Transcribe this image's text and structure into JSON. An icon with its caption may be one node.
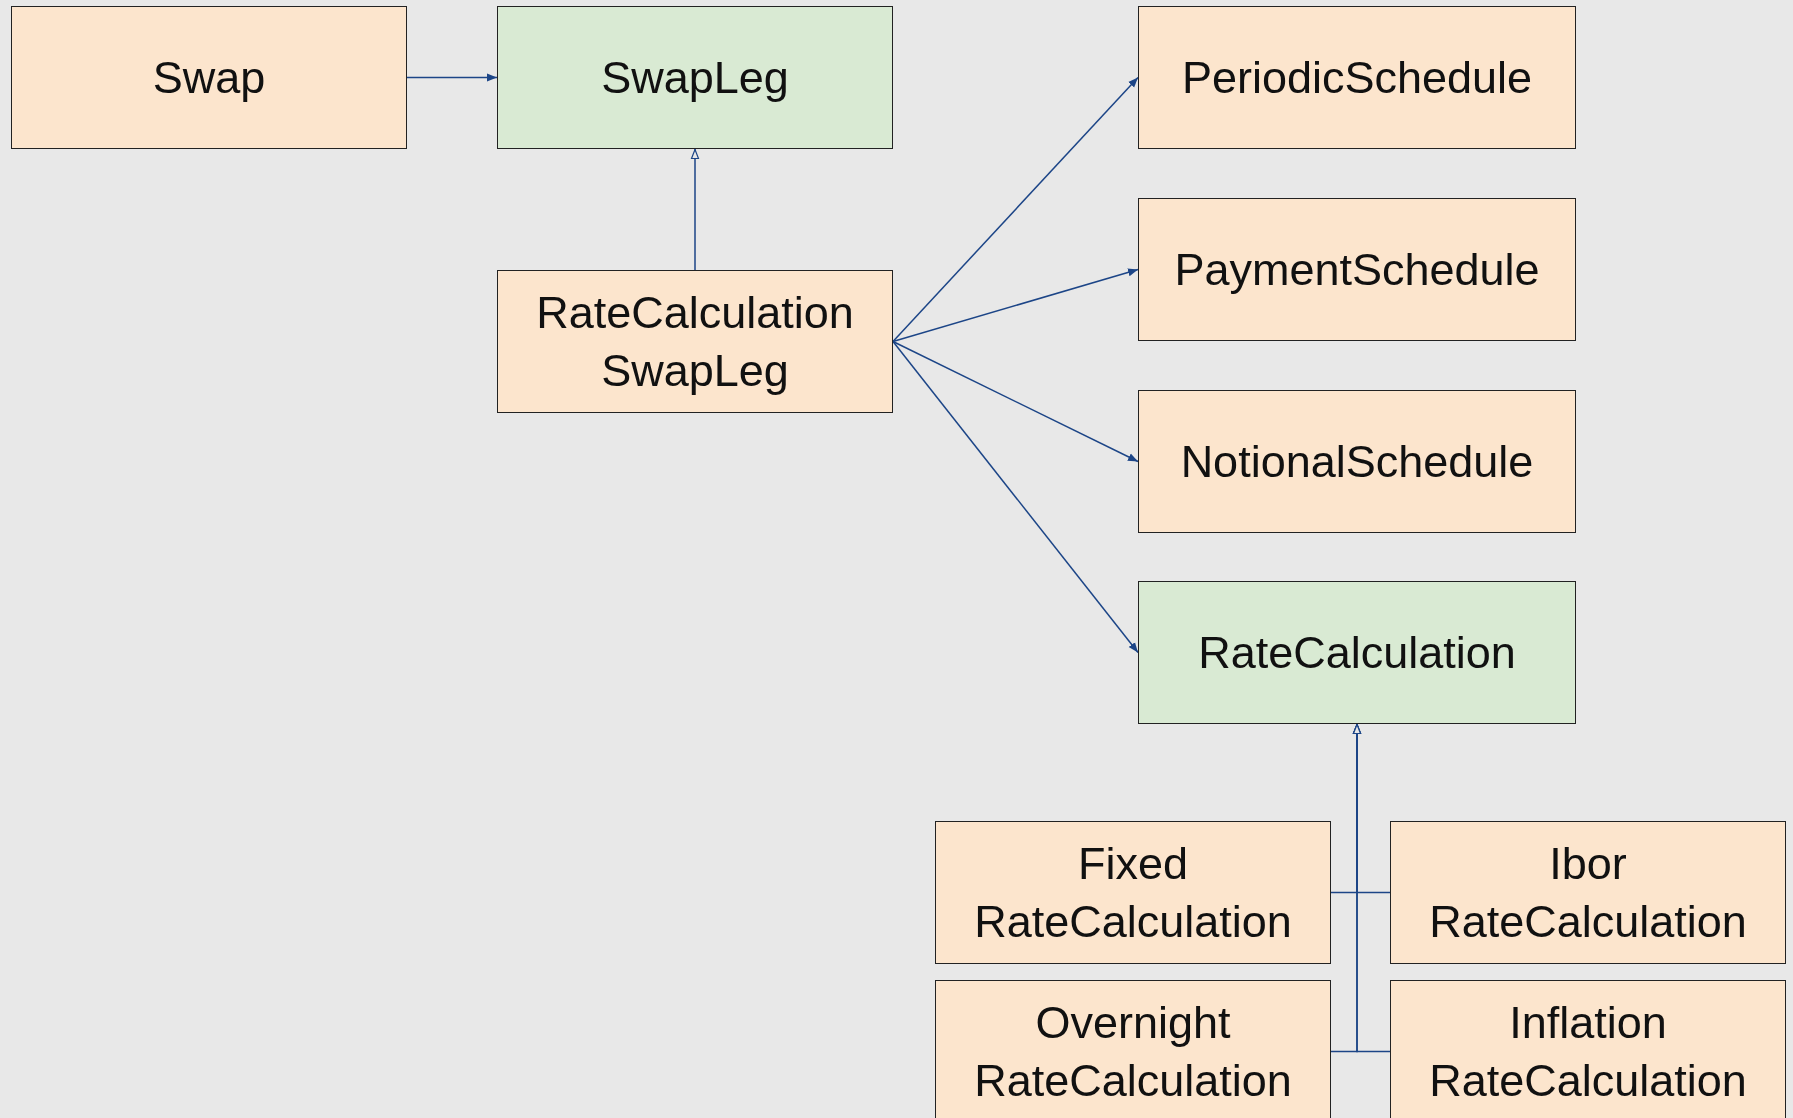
{
  "diagram": {
    "nodes": [
      {
        "text": [
          "Swap"
        ]
      },
      {
        "text": [
          "SwapLeg"
        ]
      },
      {
        "text": [
          "RateCalculation SwapLeg"
        ]
      },
      {
        "text": [
          "PeriodicSchedule"
        ]
      },
      {
        "text": [
          "PaymentSchedule"
        ]
      },
      {
        "text": [
          "NotionalSchedule"
        ]
      },
      {
        "text": [
          "RateCalculation"
        ]
      },
      {
        "text": [
          "Fixed RateCalculation"
        ]
      },
      {
        "text": [
          "Ibor RateCalculation"
        ]
      },
      {
        "text": [
          "Overnight RateCalculation"
        ]
      },
      {
        "text": [
          "Inflation RateCalculation"
        ]
      }
    ],
    "edges": [
      {
        "from": 0,
        "to": 1,
        "arrow": "to"
      },
      {
        "from": 2,
        "to": 1,
        "arrow": "to"
      },
      {
        "from": 2,
        "to": 3,
        "arrow": "to"
      },
      {
        "from": 2,
        "to": 4,
        "arrow": "to"
      },
      {
        "from": 2,
        "to": 5,
        "arrow": "to"
      },
      {
        "from": 2,
        "to": 6,
        "arrow": "to"
      },
      {
        "from": 7,
        "to": 6,
        "arrow": "to"
      },
      {
        "from": 8,
        "to": 6,
        "arrow": "to"
      },
      {
        "from": 9,
        "to": 6,
        "arrow": "to"
      },
      {
        "from": 10,
        "to": 6,
        "arrow": "to"
      }
    ]
  }
}
